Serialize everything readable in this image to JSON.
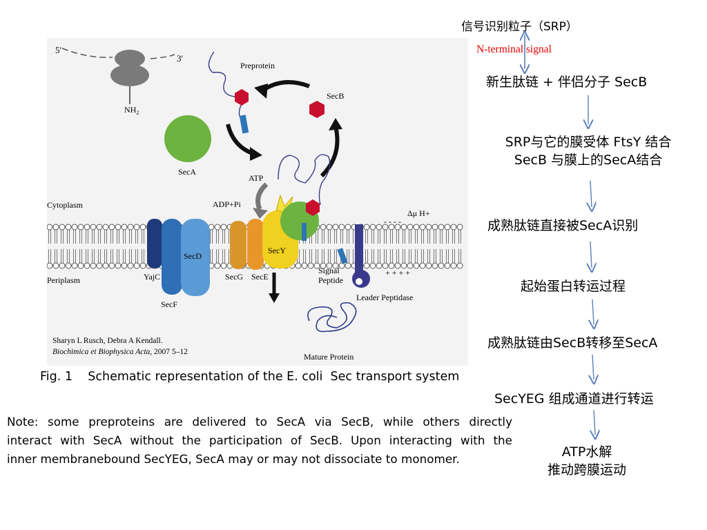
{
  "figure": {
    "labels": {
      "five_prime": "5′",
      "three_prime": "3′",
      "nh2": "NH",
      "nh2_sub": "2",
      "preprotein": "Preprotein",
      "secb": "SecB",
      "seca": "SecA",
      "atp": "ATP",
      "adp_pi": "ADP+Pi",
      "cytoplasm": "Cytoplasm",
      "periplasm": "Periplasm",
      "secd": "SecD",
      "yajc": "YajC",
      "secf": "SecF",
      "secg": "SecG",
      "sece": "SecE",
      "secy": "SecY",
      "signal_peptide_1": "Signal",
      "signal_peptide_2": "Peptide",
      "leader_peptidase": "Leader Peptidase",
      "delta_mu": "Δμ  H+",
      "minus": "- - - -",
      "plus": "+ + + +",
      "mature_protein": "Mature Protein",
      "citation_authors": "Sharyn L Rusch, Debra A Kendall.",
      "citation_journal": "Biochimica et Biophysica Acta",
      "citation_year": ", 2007 5–12"
    },
    "colors": {
      "seca_green": "#6db33f",
      "secb_red": "#c8102e",
      "secd_blue": "#5b9bd5",
      "secy_yellow": "#f0d020",
      "sece_orange": "#e8962a",
      "yajc_navy": "#1f3a7a",
      "signal_blue": "#2e75b6"
    }
  },
  "caption": "Fig. 1    Schematic representation of the E. coli  Sec transport system",
  "note": {
    "line1": "Note: some preproteins are delivered to SecA via SecB, while others directly",
    "line2": "interact  with SecA without the participation of SecB. Upon interacting with the",
    "line3": "inner membranebound SecYEG, SecA may or may not dissociate to monomer."
  },
  "flow": {
    "srp_title": "信号识别粒子（SRP）",
    "n_terminal": "N-terminal signal",
    "step1": "新生肽链 + 伴侣分子 SecB",
    "step2_line1": "SRP与它的膜受体 FtsY 结合",
    "step2_line2": "SecB 与膜上的SecA结合",
    "step3": "成熟肽链直接被SecA识别",
    "step4": "起始蛋白转运过程",
    "step5": "成熟肽链由SecB转移至SecA",
    "step6": "SecYEG 组成通道进行转运",
    "step7_line1": "ATP水解",
    "step7_line2": "推动跨膜运动"
  }
}
